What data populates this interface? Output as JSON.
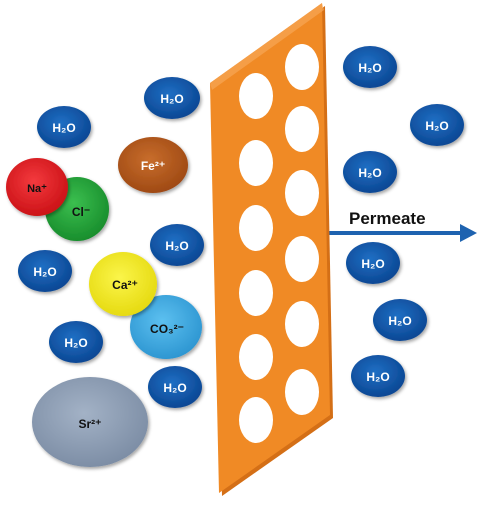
{
  "labels": {
    "water": "H₂O",
    "sodium_ion": "Na⁺",
    "chloride_ion": "Cl⁻",
    "iron_ion": "Fe²⁺",
    "calcium_ion": "Ca²⁺",
    "carbonate_ion": "CO₃²⁻",
    "strontium_ion": "Sr²⁺",
    "permeate": "Permeate"
  },
  "colors": {
    "water": "#0d56a8",
    "sodium_ion": "#e3151b",
    "chloride_ion": "#22a137",
    "iron_ion": "#b65a1c",
    "calcium_ion": "#f2ea19",
    "carbonate_ion": "#35a6df",
    "strontium_ion": "#8a9cb4",
    "membrane": "#f08a25",
    "arrow": "#1e63b0"
  }
}
